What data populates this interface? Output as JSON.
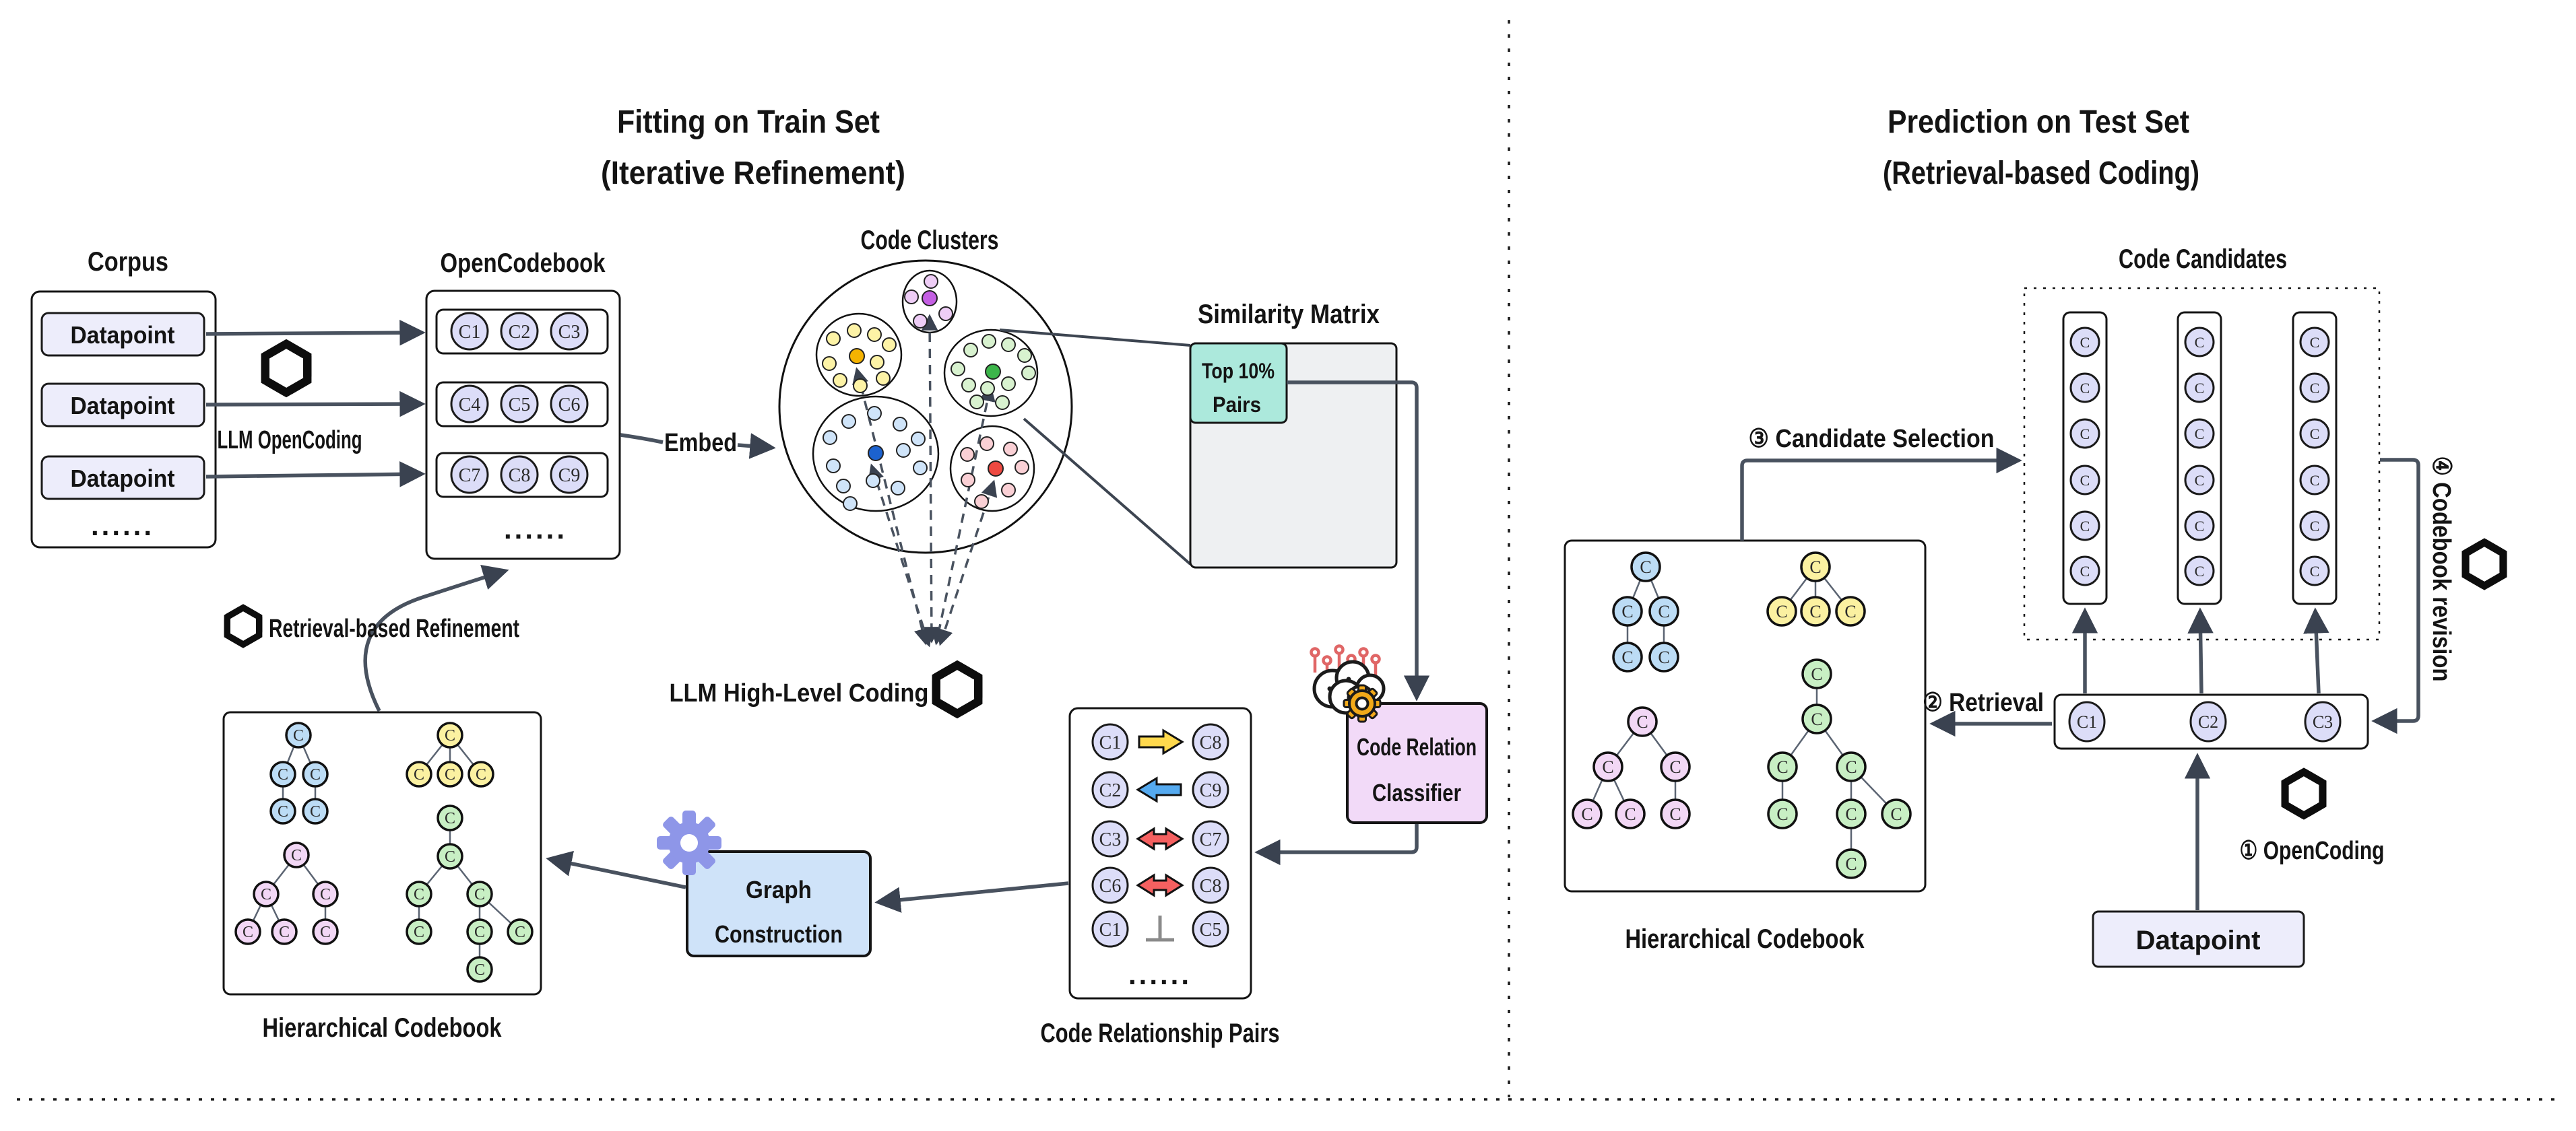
{
  "titles": {
    "left1": "Fitting on Train Set",
    "left2": "(Iterative Refinement)",
    "right1": "Prediction on Test Set",
    "right2": "(Retrieval-based Coding)"
  },
  "labels": {
    "c": "C"
  },
  "left": {
    "corpus": {
      "title": "Corpus",
      "datapoints": [
        "Datapoint",
        "Datapoint",
        "Datapoint"
      ],
      "ellipsis": "......"
    },
    "llm_opencoding": "LLM OpenCoding",
    "opencodebook": {
      "title": "OpenCodebook",
      "codes": [
        "C1",
        "C2",
        "C3",
        "C4",
        "C5",
        "C6",
        "C7",
        "C8",
        "C9"
      ],
      "ellipsis": "......"
    },
    "embed": "Embed",
    "clusters": {
      "title": "Code Clusters"
    },
    "similarity": {
      "title": "Similarity Matrix",
      "top_line1": "Top 10%",
      "top_line2": "Pairs"
    },
    "high_level_coding": "LLM High-Level Coding",
    "classifier": {
      "line1": "Code Relation",
      "line2": "Classifier"
    },
    "pairs": {
      "title": "Code Relationship Pairs",
      "rows": [
        {
          "left": "C1",
          "relation": "yellow-right-arrow",
          "right": "C8"
        },
        {
          "left": "C2",
          "relation": "blue-left-arrow",
          "right": "C9"
        },
        {
          "left": "C3",
          "relation": "red-double-arrow",
          "right": "C7"
        },
        {
          "left": "C6",
          "relation": "red-double-arrow",
          "right": "C8"
        },
        {
          "left": "C1",
          "relation": "independent",
          "right": "C5"
        }
      ],
      "ellipsis": "......"
    },
    "graph": {
      "line1": "Graph",
      "line2": "Construction"
    },
    "codebook": {
      "title": "Hierarchical Codebook"
    },
    "refinement": "Retrieval-based Refinement"
  },
  "right": {
    "candidates": {
      "title": "Code Candidates"
    },
    "codebook": {
      "title": "Hierarchical Codebook"
    },
    "steps": {
      "one": "① OpenCoding",
      "two": "② Retrieval",
      "three": "③ Candidate Selection",
      "four": "④ Codebook revision"
    },
    "query": {
      "codes": [
        "C1",
        "C2",
        "C3"
      ]
    },
    "datapoint": "Datapoint"
  },
  "colors": {
    "lavender_box": "#ededfb",
    "lavender_circle": "#dcddf8",
    "teal_top_pairs": "#ace9dc",
    "matrix_gray": "#eef0f2",
    "classifier_pink": "#f2daf8",
    "graph_blue": "#cfe3f9",
    "gear_purple": "#8e96e8",
    "gear_orange": "#f2a919",
    "arrow_dark": "#3d4551",
    "pair_yellow": "#ffd94d",
    "pair_blue": "#55aaf0",
    "pair_red": "#f56060",
    "tree_blue": "#bcdcf5",
    "tree_yellow": "#fbf1a1",
    "tree_green": "#c8efc4",
    "tree_purple": "#f2d7f5",
    "cluster_centers": {
      "yellow": "#f5b301",
      "purple": "#c45fe3",
      "green": "#3cb54a",
      "blue": "#1c62cf",
      "red": "#ee4941"
    }
  }
}
